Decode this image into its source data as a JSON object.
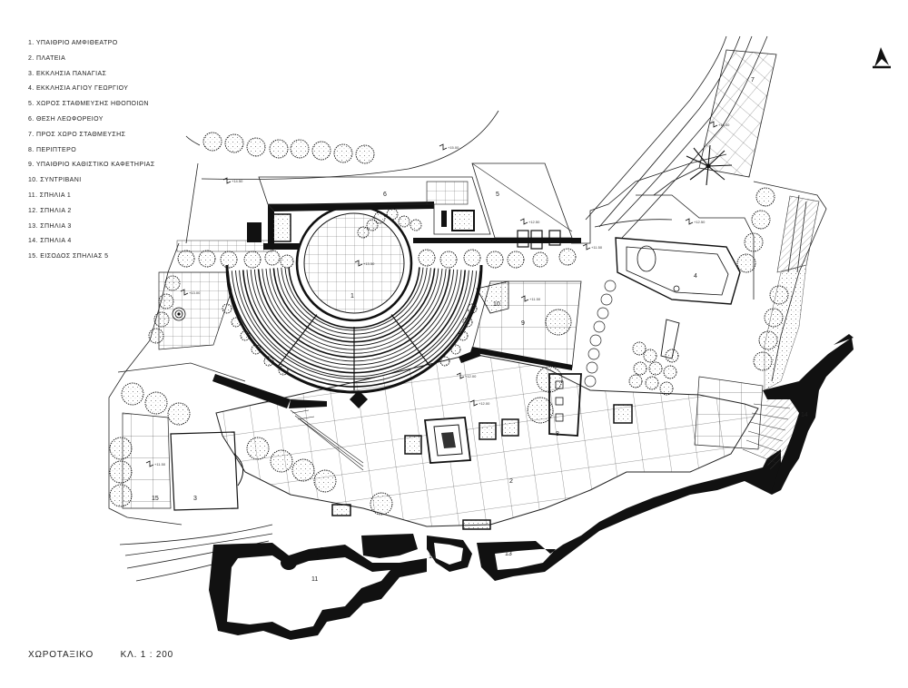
{
  "legend": [
    "1. ΥΠΑΙΘΡΙΟ    ΑΜΦΙΘΕΑΤΡΟ",
    "2. ΠΛΑΤΕΙΑ",
    "3. ΕΚΚΛΗΣΙΑ    ΠΑΝΑΓΙΑΣ",
    "4. ΕΚΚΛΗΣΙΑ    ΑΓΙΟΥ   ΓΕΩΡΓΙΟΥ",
    "5. ΧΩΡΟΣ   ΣΤΑΘΜΕΥΣΗΣ   ΗΘΟΠΟΙΩΝ",
    "6. ΘΕΣΗ    ΛΕΩΦΟΡΕΙΟΥ",
    "7. ΠΡΟΣ    ΧΩΡΟ   ΣΤΑΘΜΕΥΣΗΣ",
    "8. ΠΕΡΙΠΤΕΡΟ",
    "9. ΥΠΑΙΘΡΙΟ    ΚΑΘΙΣΤΙΚΟ  ΚΑΦΕΤΗΡΙΑΣ",
    "10. ΣΥΝΤΡΙΒΑΝΙ",
    "11. ΣΠΗΛΙΑ   1",
    "12. ΣΠΗΛΙΑ   2",
    "13. ΣΠΗΛΙΑ   3",
    "14. ΣΠΗΛΙΑ   4",
    "15. ΕΙΣΟΔΟΣ   ΣΠΗΛΙΑΣ   5"
  ],
  "title": "ΧΩΡΟΤΑΞΙΚΟ",
  "scale": "ΚΛ.   1 : 200",
  "plan_labels": [
    "1",
    "2",
    "3",
    "4",
    "5",
    "6",
    "7",
    "8",
    "9",
    "10",
    "11",
    "12",
    "13",
    "14",
    "15"
  ],
  "level_marks": [
    "+13.50",
    "+15.00",
    "+14.50",
    "+13.00",
    "+12.50",
    "+11.50",
    "+16.00",
    "+12.00"
  ],
  "colors": {
    "ink": "#111111",
    "paper": "#ffffff",
    "tree_fill": "#f2f2f2",
    "rock": "#c8c8c8"
  },
  "icons": [
    "north-arrow-icon",
    "tree-icon",
    "palm-tree-icon",
    "fountain-icon"
  ]
}
